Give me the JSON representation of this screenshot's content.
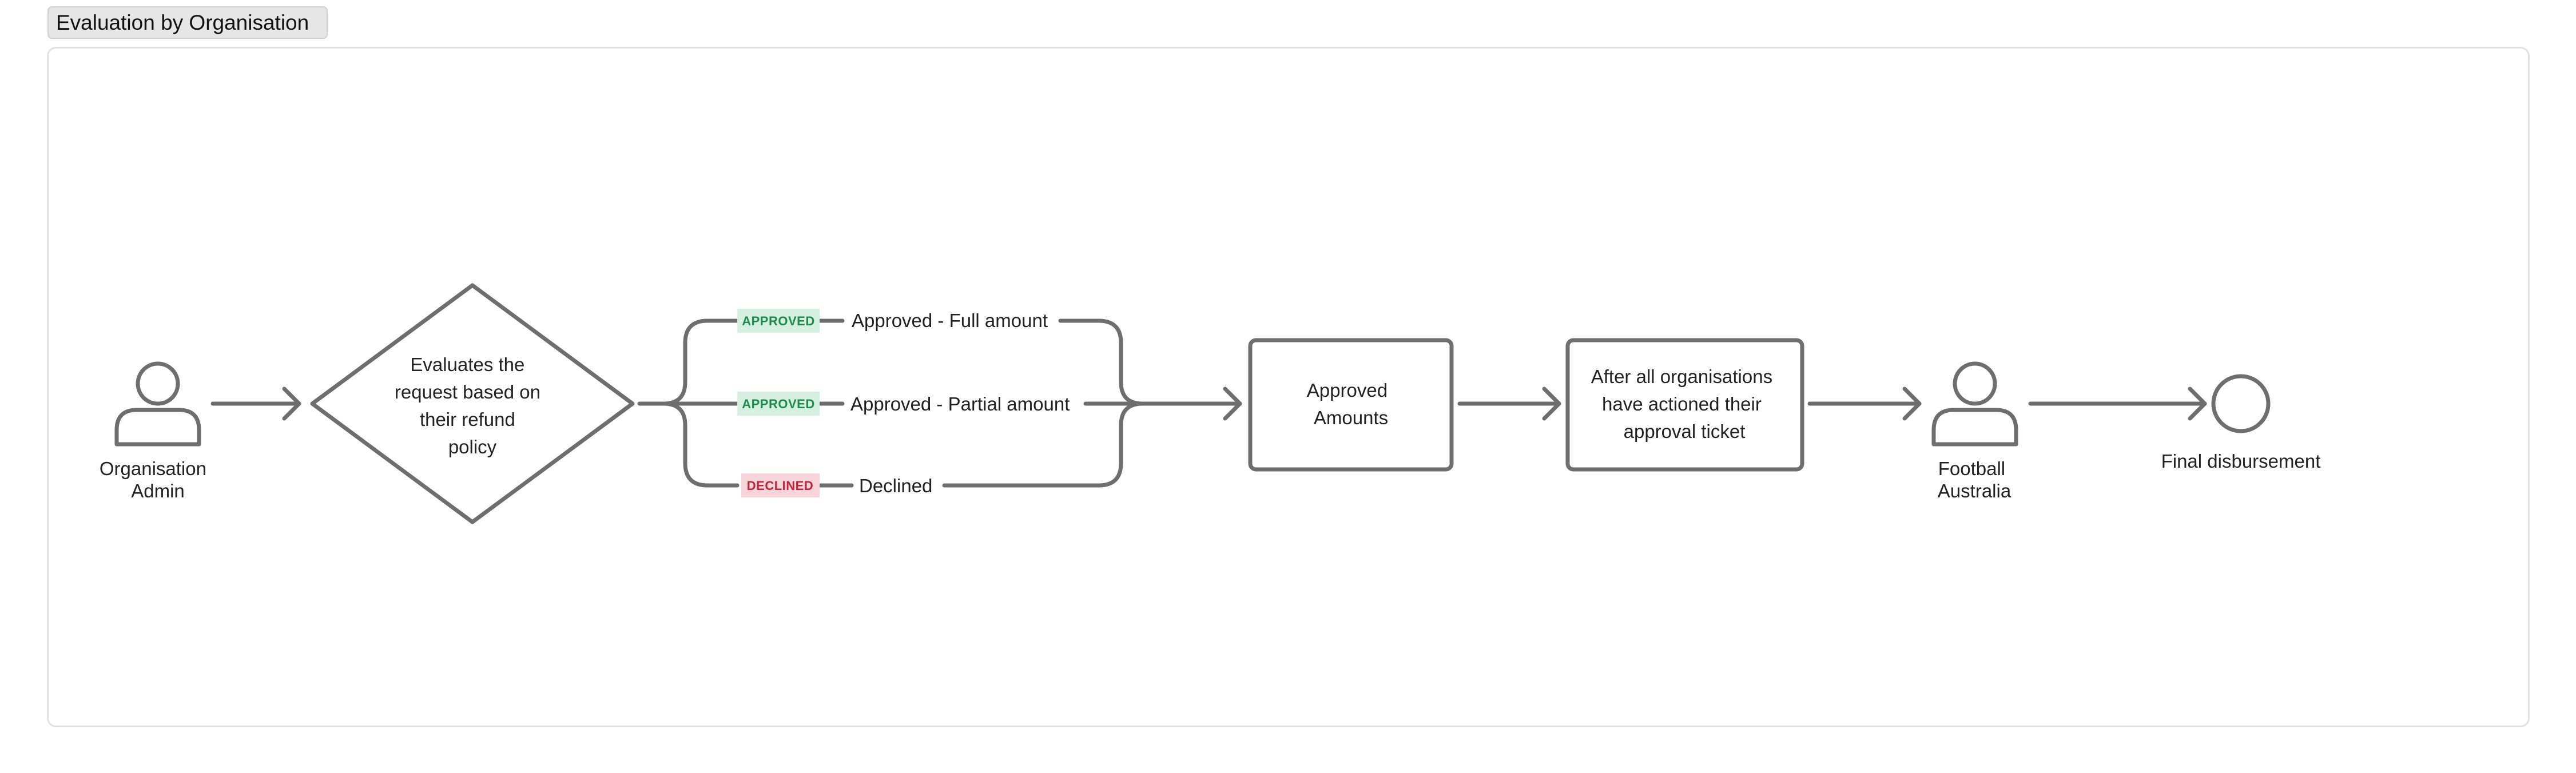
{
  "section": {
    "title": "Evaluation by Organisation"
  },
  "nodes": {
    "org_admin": {
      "label_lines": [
        "Organisation",
        "Admin"
      ]
    },
    "evaluate": {
      "label_lines": [
        "Evaluates the",
        "request based on",
        "their refund",
        "policy"
      ]
    },
    "approved_amounts": {
      "label_lines": [
        "Approved",
        "Amounts"
      ]
    },
    "after_all": {
      "label_lines": [
        "After all organisations",
        "have actioned their",
        "approval ticket"
      ]
    },
    "football_australia": {
      "label_lines": [
        "Football",
        "Australia"
      ]
    },
    "final_disbursement": {
      "label": "Final disbursement"
    }
  },
  "branches": [
    {
      "status": "APPROVED",
      "label": "Approved - Full amount",
      "status_color": "#1f8a4c",
      "badge_bg": "#d5efe0"
    },
    {
      "status": "APPROVED",
      "label": "Approved - Partial amount",
      "status_color": "#1f8a4c",
      "badge_bg": "#d5efe0"
    },
    {
      "status": "DECLINED",
      "label": "Declined",
      "status_color": "#c0243a",
      "badge_bg": "#f7d5db"
    }
  ],
  "colors": {
    "stroke": "#6e6e6e",
    "text": "#222222",
    "frame_border": "#e2e2e2"
  },
  "icons": {
    "actor": "person-icon",
    "end": "circle-end-icon",
    "decision": "diamond-shape",
    "arrow": "arrow-icon"
  }
}
